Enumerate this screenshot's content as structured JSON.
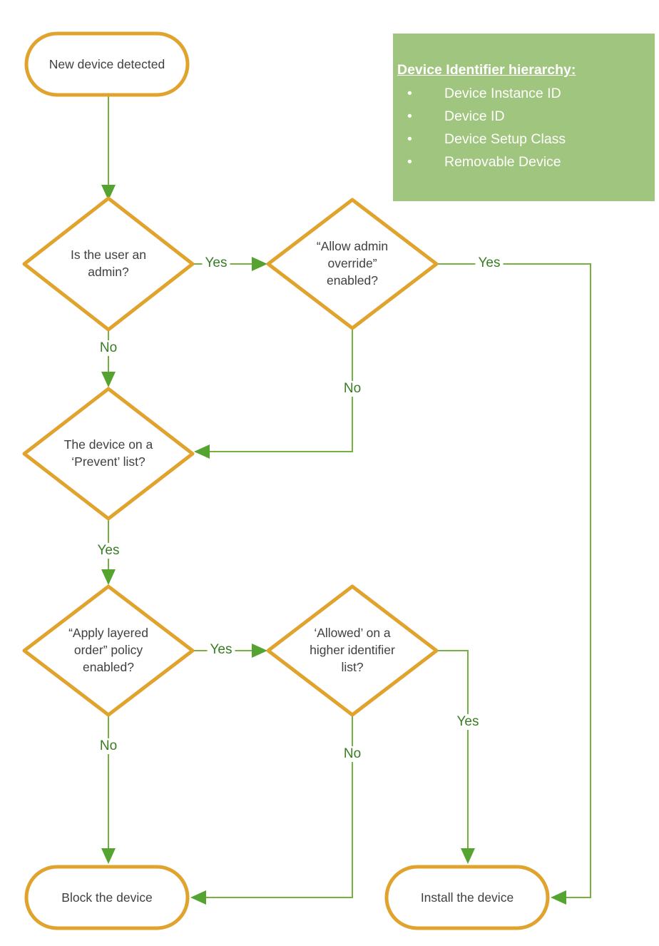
{
  "nodes": {
    "start": {
      "label": "New device detected"
    },
    "admin": {
      "lines": [
        "Is the user an",
        "admin?"
      ]
    },
    "override": {
      "lines": [
        "“Allow admin",
        "override”",
        "enabled?"
      ]
    },
    "prevent": {
      "lines": [
        "The device on a",
        "‘Prevent’ list?"
      ]
    },
    "layered": {
      "lines": [
        "“Apply layered",
        "order” policy",
        "enabled?"
      ]
    },
    "higher": {
      "lines": [
        "‘Allowed’ on a",
        "higher identifier",
        "list?"
      ]
    },
    "block": {
      "label": "Block the device"
    },
    "install": {
      "label": "Install the device"
    }
  },
  "edge_labels": {
    "admin_yes": "Yes",
    "admin_no": "No",
    "override_yes": "Yes",
    "override_no": "No",
    "prevent_yes": "Yes",
    "layered_yes": "Yes",
    "layered_no": "No",
    "higher_yes": "Yes",
    "higher_no": "No"
  },
  "infobox": {
    "title": "Device Identifier hierarchy:",
    "items": [
      "Device Instance ID",
      "Device ID",
      "Device Setup Class",
      "Removable Device"
    ]
  },
  "colors": {
    "node_border": "#E0A32E",
    "edge_line": "#76B041",
    "arrowhead": "#55A331",
    "edge_label_text": "#377D22",
    "infobox_bg": "#A0C57E",
    "node_text": "#404040"
  }
}
